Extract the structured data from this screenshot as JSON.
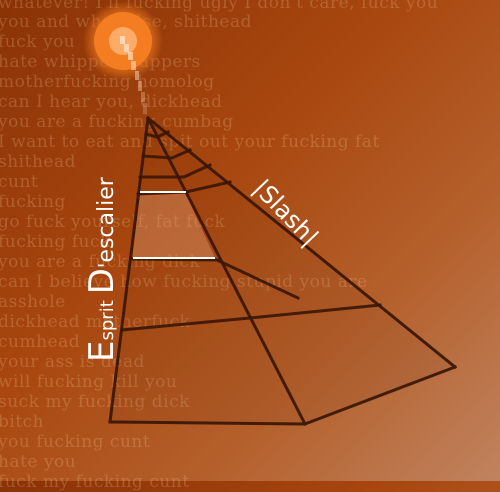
{
  "background_lines": [
    "whatever! I'll fucking ugly I don't care, fuck you",
    "you and what else, shithead",
    "fuck you",
    "hate whippersnappers",
    "motherfucking homolog",
    "can I hear you, dickhead",
    "you are a fucking cumbag",
    "I want to eat and spit out your fucking fat",
    "shithead",
    "cunt",
    "fucking",
    "go fuck yourself, fat fuck",
    "fucking fuck",
    "you are a fucking dick",
    "can I believe how fucking stupid you are",
    "asshole",
    "dickhead motherfuck",
    "cumhead",
    "your ass is dead",
    "will fucking kill you",
    "suck my fucking dick",
    "bitch",
    "you fucking cunt",
    "hate you",
    "fuck my fucking cunt"
  ],
  "title_parts": {
    "esprit_initial": "E",
    "esprit_rest": "sprit",
    "d_initial": "D",
    "apostrophe": "'",
    "escalier": "escalier"
  },
  "slash_text": "|Slash|",
  "colors": {
    "sun": "#f07a20",
    "sun_core": "#ffd2a8",
    "ladder": "#3a1606"
  }
}
